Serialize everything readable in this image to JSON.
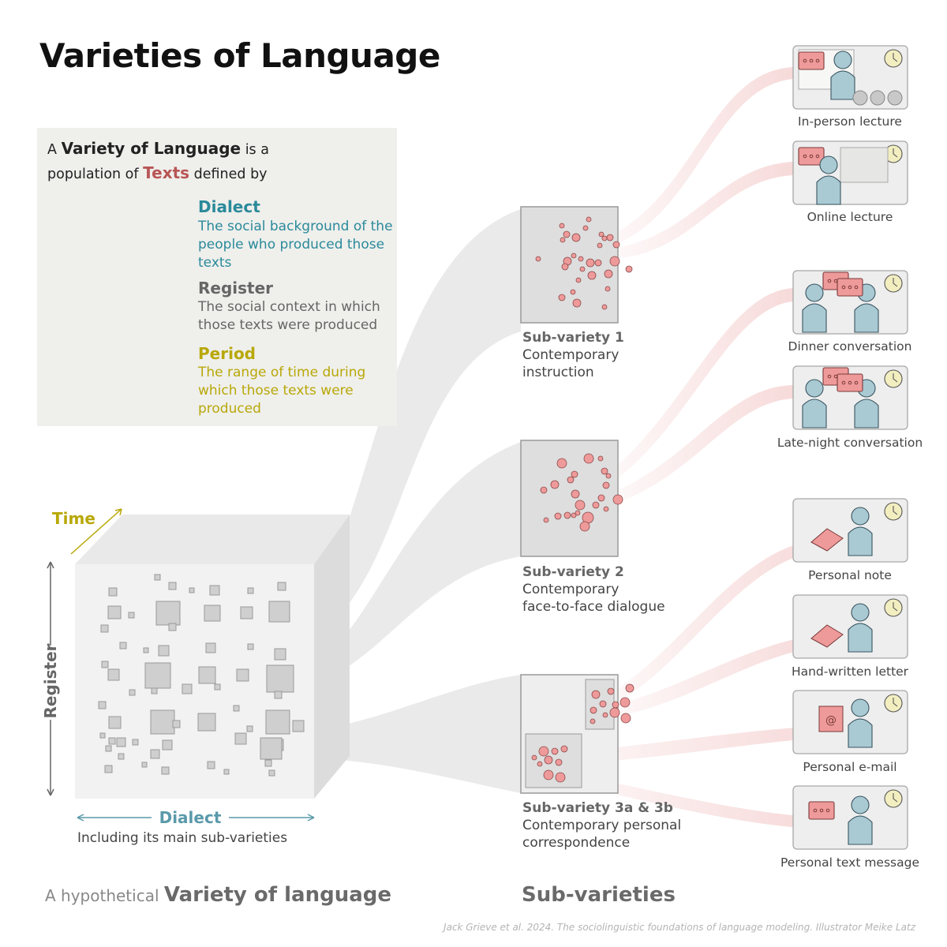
{
  "title": "Varieties of Language",
  "definition": {
    "line1_pre": "A",
    "line1_bold": "Variety of Language",
    "line1_post": "is a",
    "line2_pre": "population of",
    "line2_texts": "Texts",
    "line2_post": "defined by",
    "dialect_title": "Dialect",
    "dialect_desc": "The social background of the people who produced those texts",
    "register_title": "Register",
    "register_desc": "The social context in which those texts were produced",
    "period_title": "Period",
    "period_desc": "The range of time during which those texts were produced"
  },
  "cube": {
    "time_label": "Time",
    "register_label": "Register",
    "dialect_label": "Dialect",
    "dialect_caption": "Including its main sub-varieties"
  },
  "sub_varieties": [
    {
      "title": "Sub-variety 1",
      "desc_line1": "Contemporary",
      "desc_line2": "instruction"
    },
    {
      "title": "Sub-variety 2",
      "desc_line1": "Contemporary",
      "desc_line2": "face-to-face dialogue"
    },
    {
      "title": "Sub-variety 3a & 3b",
      "desc_line1": "Contemporary personal",
      "desc_line2": "correspondence"
    }
  ],
  "scenarios": [
    {
      "label": "In-person lecture",
      "icon": "in-person-lecture-icon"
    },
    {
      "label": "Online lecture",
      "icon": "online-lecture-icon"
    },
    {
      "label": "Dinner conversation",
      "icon": "dinner-conversation-icon"
    },
    {
      "label": "Late-night conversation",
      "icon": "late-night-conversation-icon"
    },
    {
      "label": "Personal note",
      "icon": "personal-note-icon"
    },
    {
      "label": "Hand-written letter",
      "icon": "hand-written-letter-icon"
    },
    {
      "label": "Personal e-mail",
      "icon": "personal-email-icon"
    },
    {
      "label": "Personal text message",
      "icon": "personal-text-message-icon"
    }
  ],
  "bottom": {
    "left_pre": "A hypothetical",
    "left_bold": "Variety of language",
    "right": "Sub-varieties"
  },
  "credit": "Jack Grieve et al. 2024. The sociolinguistic foundations of language modeling. Illustrator Meike Latz",
  "colors": {
    "teal": "#2a8a9a",
    "grey": "#666666",
    "olive": "#b8a808",
    "texts_red": "#b85555",
    "dot_fill": "#ef9a9a",
    "figure_blue": "#a9c9d3"
  }
}
